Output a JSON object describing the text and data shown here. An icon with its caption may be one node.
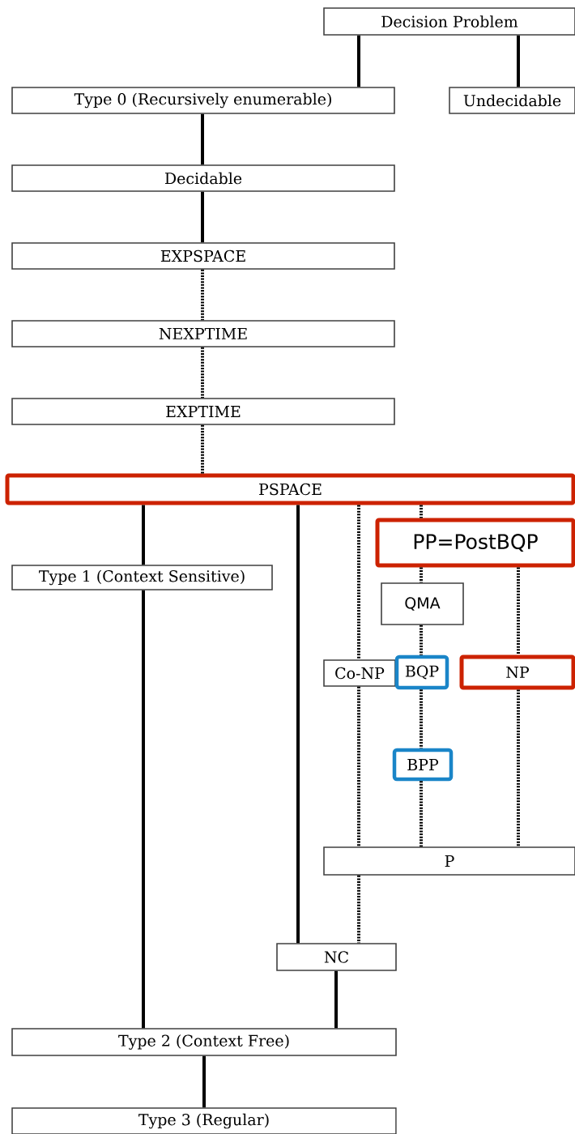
{
  "diagram": {
    "nodes": [
      {
        "text": [
          "Decision Problem"
        ]
      },
      {
        "text": [
          "Type 0 (Recursively enumerable)"
        ]
      },
      {
        "text": [
          "Undecidable"
        ]
      },
      {
        "text": [
          "Decidable"
        ]
      },
      {
        "text": [
          "EXPSPACE"
        ]
      },
      {
        "text": [
          "NEXPTIME"
        ]
      },
      {
        "text": [
          "EXPTIME"
        ]
      },
      {
        "text": [
          "PSPACE"
        ]
      },
      {
        "text": [
          "PP=PostBQP"
        ]
      },
      {
        "text": [
          "Type 1 (Context Sensitive)"
        ]
      },
      {
        "text": [
          "QMA"
        ]
      },
      {
        "text": [
          "Co-NP"
        ]
      },
      {
        "text": [
          "BQP"
        ]
      },
      {
        "text": [
          "NP"
        ]
      },
      {
        "text": [
          "BPP"
        ]
      },
      {
        "text": [
          "P"
        ]
      },
      {
        "text": [
          "NC"
        ]
      },
      {
        "text": [
          "Type 2 (Context Free)"
        ]
      },
      {
        "text": [
          "Type 3 (Regular)"
        ]
      }
    ],
    "edges": [
      {
        "from": 0,
        "to": 1,
        "arrow": "none"
      },
      {
        "from": 0,
        "to": 2,
        "arrow": "none"
      },
      {
        "from": 1,
        "to": 3,
        "arrow": "none"
      },
      {
        "from": 3,
        "to": 4,
        "arrow": "none"
      },
      {
        "from": 4,
        "to": 5,
        "arrow": "none",
        "style": "dashed"
      },
      {
        "from": 5,
        "to": 6,
        "arrow": "none",
        "style": "dashed"
      },
      {
        "from": 6,
        "to": 7,
        "arrow": "none",
        "style": "dashed"
      },
      {
        "from": 7,
        "to": 9,
        "arrow": "none"
      },
      {
        "from": 9,
        "to": 17,
        "arrow": "none"
      },
      {
        "from": 7,
        "to": 16,
        "arrow": "none"
      },
      {
        "from": 7,
        "to": 11,
        "arrow": "none",
        "style": "dashed"
      },
      {
        "from": 7,
        "to": 8,
        "arrow": "none",
        "style": "dashed"
      },
      {
        "from": 8,
        "to": 10,
        "arrow": "none",
        "style": "dashed"
      },
      {
        "from": 10,
        "to": 12,
        "arrow": "none",
        "style": "dashed"
      },
      {
        "from": 8,
        "to": 13,
        "arrow": "none",
        "style": "dashed"
      },
      {
        "from": 11,
        "to": 15,
        "arrow": "none",
        "style": "dashed"
      },
      {
        "from": 12,
        "to": 14,
        "arrow": "none",
        "style": "dashed"
      },
      {
        "from": 14,
        "to": 15,
        "arrow": "none",
        "style": "dashed"
      },
      {
        "from": 13,
        "to": 15,
        "arrow": "none",
        "style": "dashed"
      },
      {
        "from": 15,
        "to": 16,
        "arrow": "none",
        "style": "dashed"
      },
      {
        "from": 16,
        "to": 17,
        "arrow": "none"
      },
      {
        "from": 17,
        "to": 18,
        "arrow": "none"
      }
    ]
  }
}
